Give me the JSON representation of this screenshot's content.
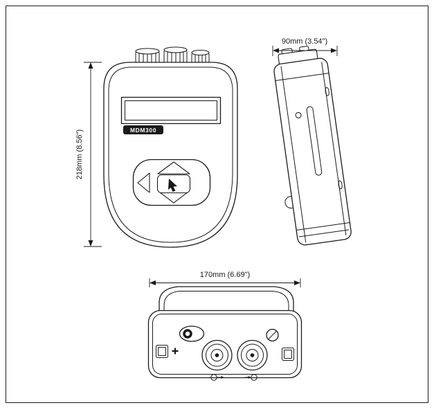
{
  "diagram": {
    "colors": {
      "ink": "#1a1a1a",
      "background": "#ffffff"
    },
    "front_view": {
      "height_dimension": "218mm (8.56\")",
      "display_model_label": "MDM300"
    },
    "side_view": {
      "width_dimension": "90mm (3.54\")"
    },
    "bottom_view": {
      "width_dimension": "170mm (6.69\")"
    }
  }
}
